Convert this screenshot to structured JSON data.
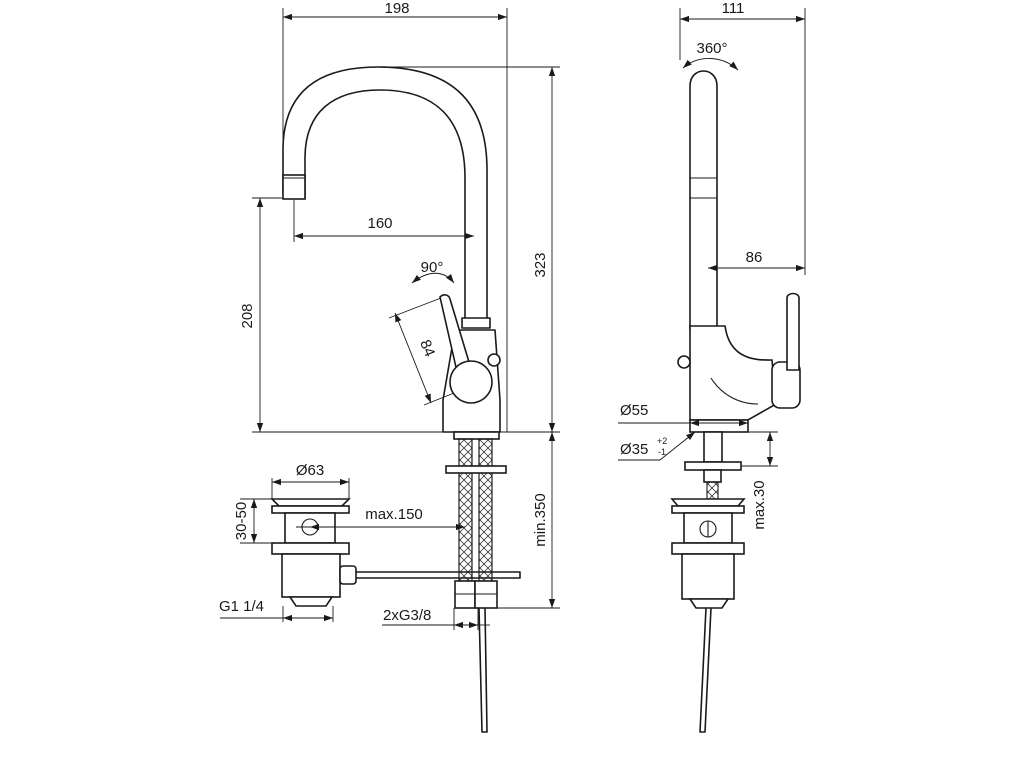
{
  "dimensions": {
    "front_width": "198",
    "side_width": "111",
    "swivel_angle": "360°",
    "spout_reach": "160",
    "spout_height": "208",
    "total_height": "323",
    "lever_angle": "90°",
    "lever_length": "84",
    "lever_offset": "86",
    "base_diameter": "Ø55",
    "hole_diameter": "Ø35",
    "hole_tol_plus": "+2",
    "hole_tol_minus": "-1",
    "deck_thickness": "max.30",
    "waste_diameter": "Ø63",
    "waste_height": "30-50",
    "rod_length": "max.150",
    "hose_length": "min.350",
    "waste_thread": "G1 1/4",
    "hose_thread": "2xG3/8"
  }
}
